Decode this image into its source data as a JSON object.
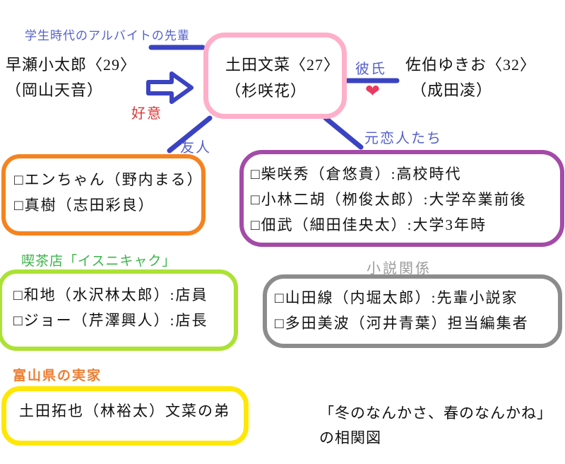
{
  "title": {
    "line1": "「冬のなんかさ、春のなんかね」",
    "line2": "の相関図"
  },
  "center": {
    "name": "土田文菜〈27〉",
    "actor": "（杉咲花）"
  },
  "senior": {
    "relation_label": "学生時代のアルバイトの先輩",
    "name": "早瀬小太郎〈29〉",
    "actor": "（岡山天音）",
    "feeling_label": "好意"
  },
  "boyfriend": {
    "relation_label": "彼氏",
    "name": "佐伯ゆきお〈32〉",
    "actor": "（成田凌）",
    "heart_icon": "❤"
  },
  "friends": {
    "label": "友人",
    "items": [
      "□エンちゃん（野内まる）",
      "□真樹（志田彩良）"
    ]
  },
  "ex_lovers": {
    "label": "元恋人たち",
    "items": [
      "□柴咲秀（倉悠貴）:高校時代",
      "□小林二胡（栁俊太郎）:大学卒業前後",
      "□佃武（細田佳央太）:大学3年時"
    ]
  },
  "cafe": {
    "label": "喫茶店「イスニキャク」",
    "items": [
      "□和地（水沢林太郎）:店員",
      "□ジョー（芹澤興人）:店長"
    ]
  },
  "novel": {
    "label": "小説関係",
    "items": [
      "□山田線（内堀太郎）:先輩小説家",
      "□多田美波（河井青葉）担当編集者"
    ]
  },
  "family": {
    "label": "富山県の実家",
    "items": [
      "土田拓也（林裕太）文菜の弟"
    ]
  },
  "colors": {
    "main_box_border": "#ffafc9",
    "friends_border": "#f5831f",
    "ex_lovers_border": "#a44aa8",
    "cafe_border": "#abe234",
    "novel_border": "#8c8c8c",
    "family_border": "#ffe705",
    "blue_label": "#5560cd",
    "blue_line": "#3a43c2",
    "feeling_red": "#dd3838",
    "cafe_label_green": "#3bb54a",
    "novel_label_gray": "#9b9b9b",
    "family_label_orange": "#ed7d31",
    "heart": "#e93a5f"
  }
}
